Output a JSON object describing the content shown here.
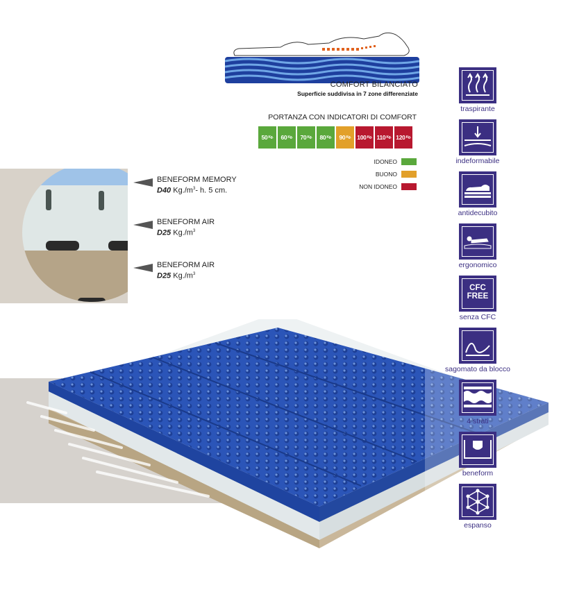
{
  "comfort": {
    "title": "COMFORT BILANCIATO",
    "subtitle": "Superficie suddivisa in 7 zone differenziate"
  },
  "portanza": {
    "title": "PORTANZA CON INDICATORI DI COMFORT",
    "unit": "Kg.",
    "cells": [
      {
        "value": "50",
        "color": "#5aa83c"
      },
      {
        "value": "60",
        "color": "#5aa83c"
      },
      {
        "value": "70",
        "color": "#5aa83c"
      },
      {
        "value": "80",
        "color": "#5aa83c"
      },
      {
        "value": "90",
        "color": "#e2a02a"
      },
      {
        "value": "100",
        "color": "#b8182f"
      },
      {
        "value": "110",
        "color": "#b8182f"
      },
      {
        "value": "120",
        "color": "#b8182f"
      }
    ],
    "legend": [
      {
        "label": "IDONEO",
        "color": "#5aa83c"
      },
      {
        "label": "BUONO",
        "color": "#e2a02a"
      },
      {
        "label": "NON IDONEO",
        "color": "#b8182f"
      }
    ]
  },
  "layers": [
    {
      "name": "BENEFORM MEMORY",
      "density": "D40",
      "spec": " Kg./m",
      "exp": "3",
      "extra": "- h. 5 cm."
    },
    {
      "name": "BENEFORM AIR",
      "density": "D25",
      "spec": " Kg./m",
      "exp": "3",
      "extra": ""
    },
    {
      "name": "BENEFORM AIR",
      "density": "D25",
      "spec": " Kg./m",
      "exp": "3",
      "extra": ""
    }
  ],
  "features": [
    {
      "label": "traspirante",
      "icon": "breathable-icon"
    },
    {
      "label": "indeformabile",
      "icon": "non-deformable-icon"
    },
    {
      "label": "antidecubito",
      "icon": "anti-bedsore-icon"
    },
    {
      "label": "ergonomico",
      "icon": "ergonomic-icon"
    },
    {
      "label": "senza CFC",
      "icon": "cfc-free-icon",
      "badge_line1": "CFC",
      "badge_line2": "FREE"
    },
    {
      "label": "sagomato da blocco",
      "icon": "block-shaped-icon"
    },
    {
      "label": "4 strati",
      "icon": "four-layers-icon"
    },
    {
      "label": "beneform",
      "icon": "beneform-icon"
    },
    {
      "label": "espanso",
      "icon": "foam-molecule-icon"
    }
  ],
  "colors": {
    "brand": "#3b2f82",
    "mattress_top": "#2b55b8",
    "memory_layer": "#e9eef0",
    "base_layer": "#c9b79a"
  }
}
